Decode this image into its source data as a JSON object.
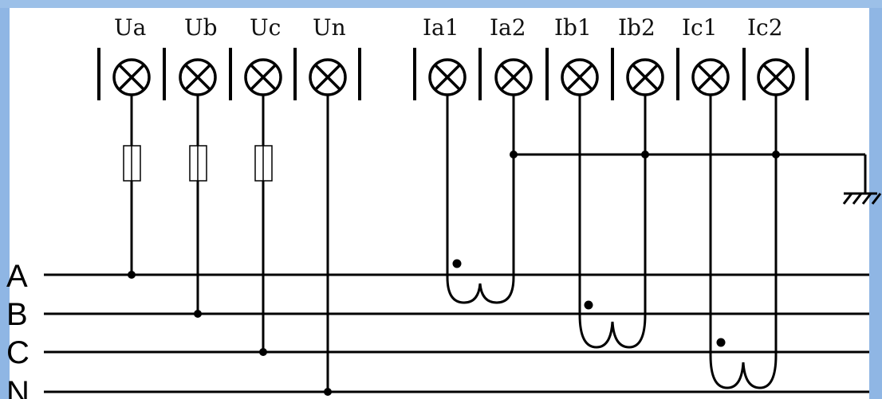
{
  "terminals": [
    {
      "id": "ua",
      "label": "Ua"
    },
    {
      "id": "ub",
      "label": "Ub"
    },
    {
      "id": "uc",
      "label": "Uc"
    },
    {
      "id": "un",
      "label": "Un"
    },
    {
      "id": "ia1",
      "label": "Ia1"
    },
    {
      "id": "ia2",
      "label": "Ia2"
    },
    {
      "id": "ib1",
      "label": "Ib1"
    },
    {
      "id": "ib2",
      "label": "Ib2"
    },
    {
      "id": "ic1",
      "label": "Ic1"
    },
    {
      "id": "ic2",
      "label": "Ic2"
    }
  ],
  "phases": [
    {
      "id": "a",
      "label": "A"
    },
    {
      "id": "b",
      "label": "B"
    },
    {
      "id": "c",
      "label": "C"
    },
    {
      "id": "n",
      "label": "N"
    }
  ],
  "colors": {
    "line": "#000000",
    "border": "#8fb6e4"
  }
}
